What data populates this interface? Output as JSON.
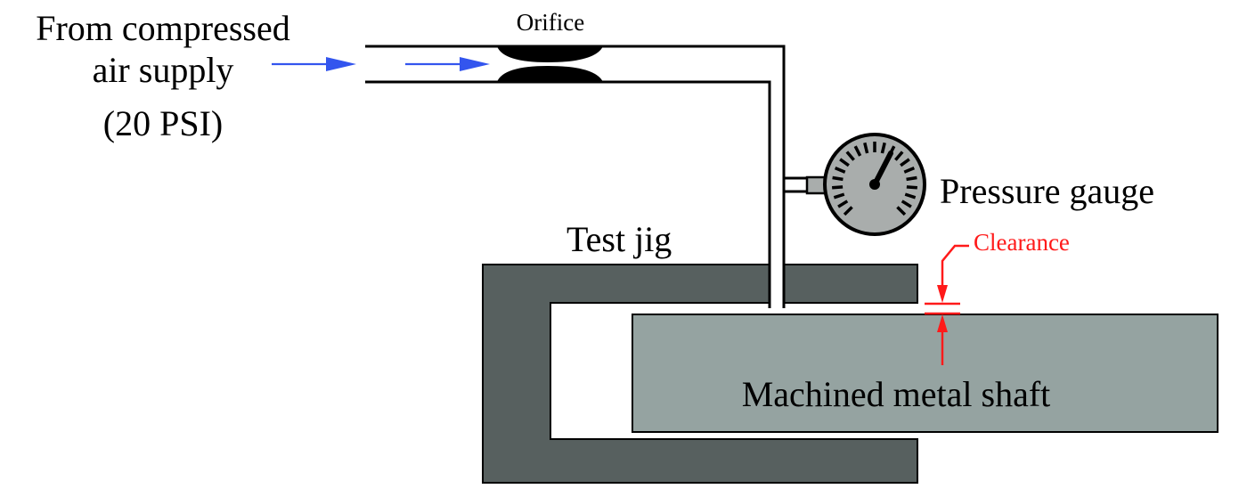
{
  "labels": {
    "supply_line1": "From compressed",
    "supply_line2": "air supply",
    "supply_line3": "(20 PSI)",
    "orifice": "Orifice",
    "pressure_gauge": "Pressure gauge",
    "test_jig": "Test jig",
    "clearance": "Clearance",
    "shaft": "Machined metal shaft"
  },
  "colors": {
    "jig": "#57605f",
    "shaft": "#95a3a1",
    "gauge_face": "#a9adac",
    "flow_arrow": "#3355ee",
    "clearance": "#ff1a1a",
    "line": "#000000"
  },
  "icons": {
    "flow_arrows": "right-arrow-icon",
    "gauge": "pressure-gauge-icon",
    "orifice": "orifice-restriction-icon"
  }
}
